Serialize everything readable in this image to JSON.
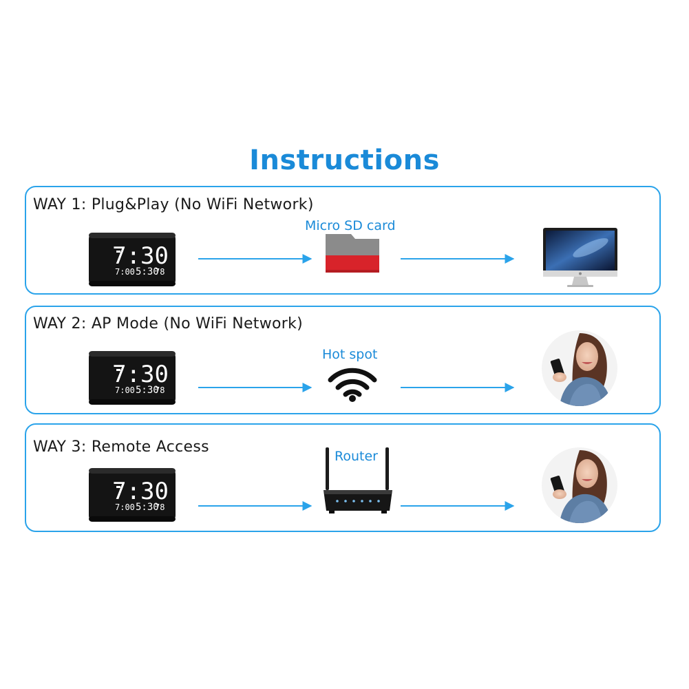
{
  "title": "Instructions",
  "ways": [
    {
      "heading": "WAY 1: Plug&Play (No WiFi Network)",
      "middle_label": "Micro SD card",
      "middle_icon": "micro-sd-card-icon",
      "end_icon": "desktop-computer-icon"
    },
    {
      "heading": "WAY 2: AP Mode (No WiFi Network)",
      "middle_label": "Hot spot",
      "middle_icon": "wifi-hotspot-icon",
      "end_icon": "woman-with-phone-photo"
    },
    {
      "heading": "WAY 3: Remote Access",
      "middle_label": "Router",
      "middle_icon": "router-icon",
      "end_icon": "woman-with-phone-photo"
    }
  ],
  "clock": {
    "time": "7:30",
    "small_left": "7:00",
    "small_mid": "5:30",
    "small_right": "78"
  },
  "colors": {
    "accent": "#1a8ad8",
    "border": "#2aa3ea",
    "sd_red": "#d8232a",
    "sd_gray": "#8a8a8a"
  }
}
